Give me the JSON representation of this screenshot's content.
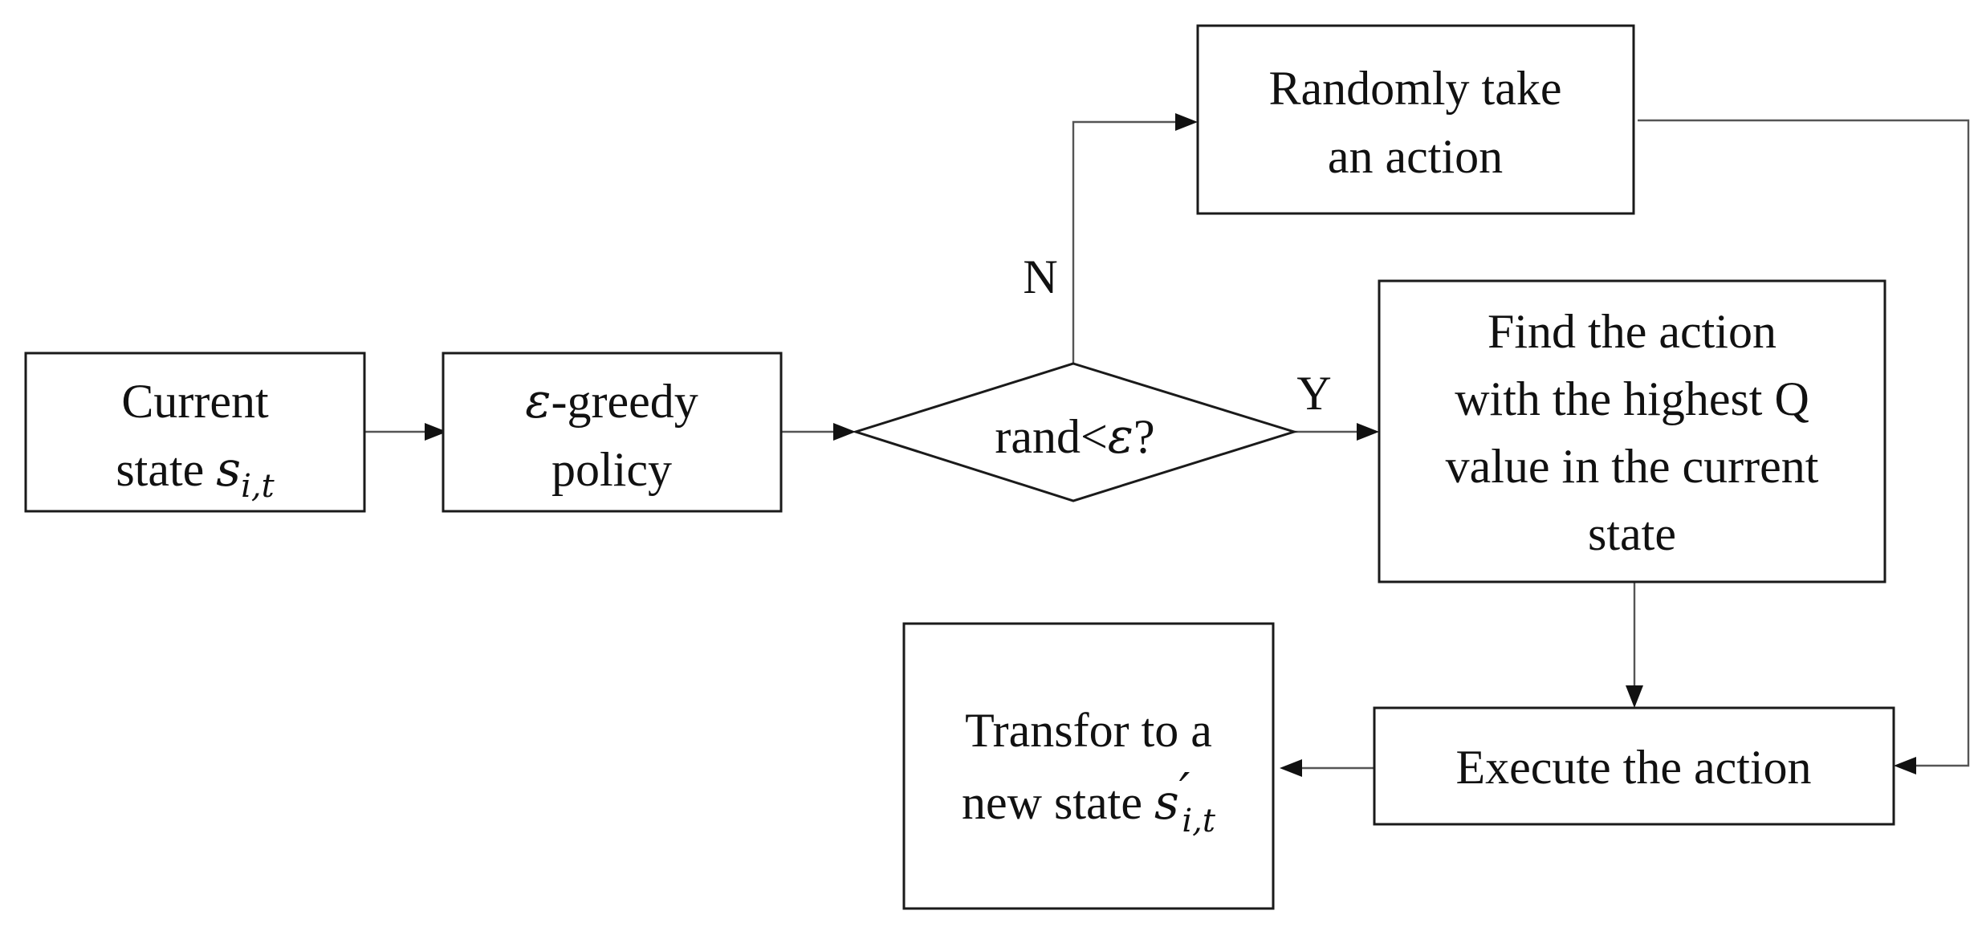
{
  "nodes": {
    "current_state": {
      "line1": "Current",
      "line2_text": "state ",
      "symbol": "s",
      "subscript": "i,t"
    },
    "epsilon_greedy": {
      "epsilon": "ε",
      "line1_rest": "-greedy",
      "line2": "policy"
    },
    "decision": {
      "prefix": "rand<",
      "epsilon": "ε",
      "suffix": "?"
    },
    "random_action": {
      "line1": "Randomly take",
      "line2": "an action"
    },
    "highest_q": {
      "line1": "Find the action",
      "line2": "with the highest Q",
      "line3": "value in the current",
      "line4": "state"
    },
    "execute": {
      "line1": "Execute the action"
    },
    "new_state": {
      "line1": "Transfor to a",
      "line2_text": "new state ",
      "symbol": "s",
      "prime": "′",
      "subscript": "i,t"
    }
  },
  "edge_labels": {
    "no": "N",
    "yes": "Y"
  }
}
